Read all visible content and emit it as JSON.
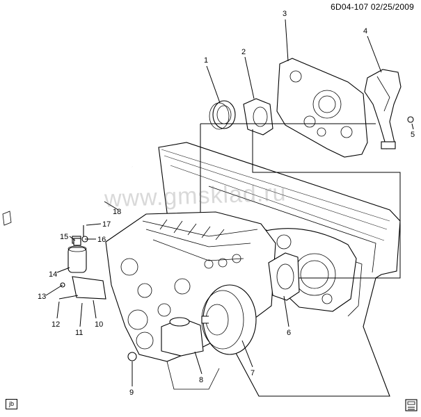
{
  "header": {
    "code": "6D04-107  02/25/2009"
  },
  "watermark": "www.gmsklad.ru",
  "corner_tag": "jb",
  "callouts": {
    "c1": "1",
    "c2": "2",
    "c3": "3",
    "c4": "4",
    "c5": "5",
    "c6": "6",
    "c7": "7",
    "c8": "8",
    "c9": "9",
    "c10": "10",
    "c11": "11",
    "c12": "12",
    "c13": "13",
    "c14": "14",
    "c15": "15",
    "c16": "16",
    "c17": "17",
    "c18": "18"
  }
}
